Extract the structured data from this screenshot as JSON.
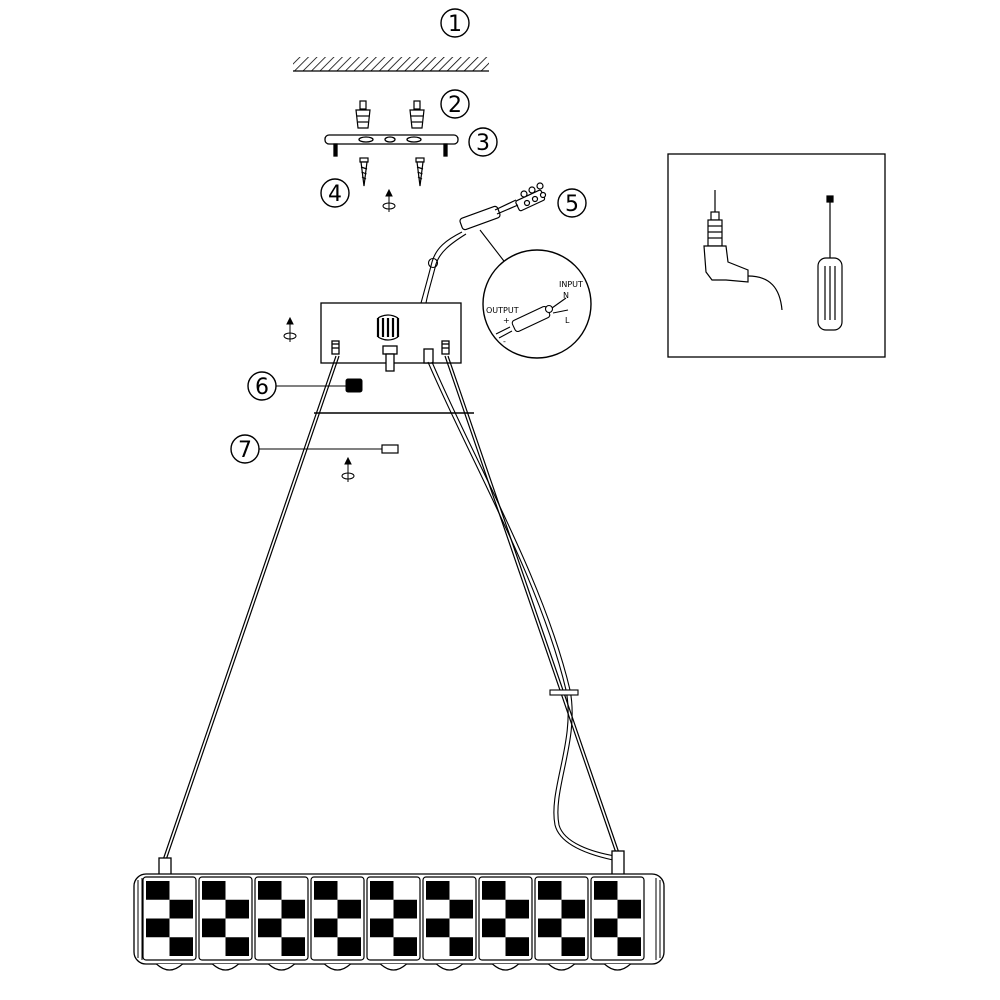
{
  "callouts": {
    "c1": "1",
    "c2": "2",
    "c3": "3",
    "c4": "4",
    "c5": "5",
    "c6": "6",
    "c7": "7"
  },
  "detail": {
    "output_label": "OUTPUT",
    "plus": "+",
    "minus": "-",
    "input_label": "INPUT",
    "n_label": "N",
    "l_label": "L"
  },
  "tools": {
    "items": [
      "drill-icon",
      "screwdriver-icon"
    ]
  },
  "colors": {
    "line": "#000000",
    "background": "#ffffff"
  }
}
